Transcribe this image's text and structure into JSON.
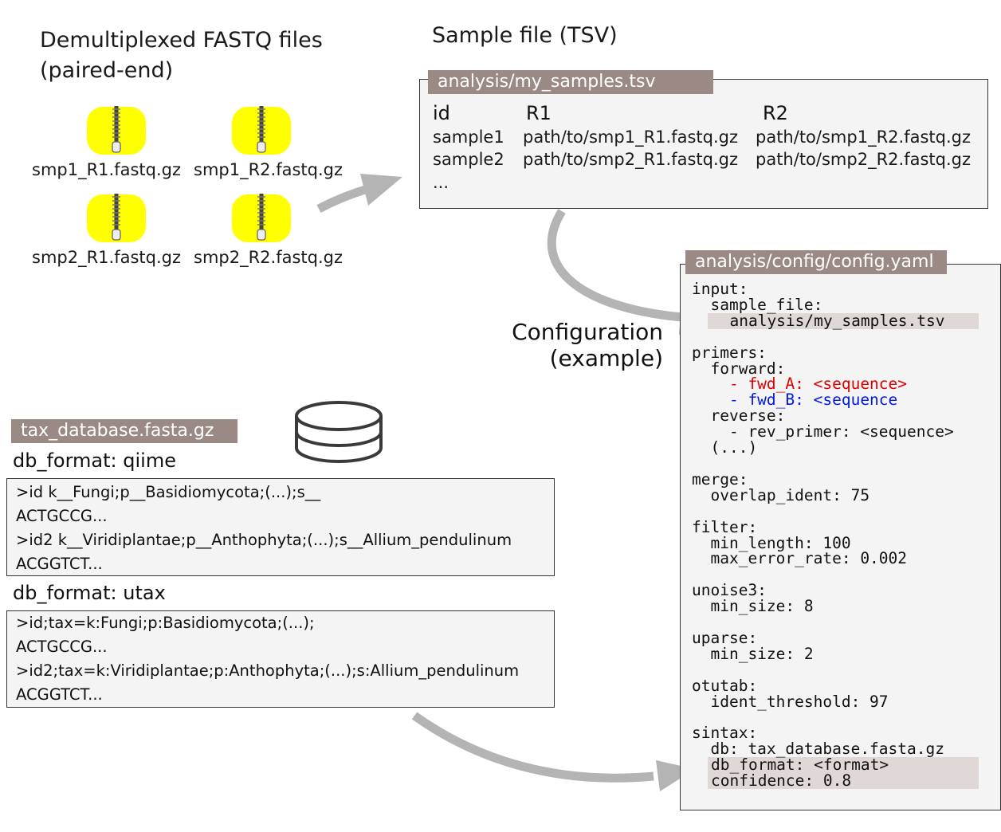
{
  "fastq": {
    "title_line1": "Demultiplexed FASTQ files",
    "title_line2": "(paired-end)",
    "files": [
      "smp1_R1.fastq.gz",
      "smp1_R2.fastq.gz",
      "smp2_R1.fastq.gz",
      "smp2_R2.fastq.gz"
    ],
    "icon": "zip-file-icon",
    "icon_color": "#ffff00"
  },
  "sample_file": {
    "title": "Sample file (TSV)",
    "tab": "analysis/my_samples.tsv",
    "headers": [
      "id",
      "R1",
      "R2"
    ],
    "rows": [
      [
        "sample1",
        "path/to/smp1_R1.fastq.gz",
        "path/to/smp1_R2.fastq.gz"
      ],
      [
        "sample2",
        "path/to/smp2_R1.fastq.gz",
        "path/to/smp2_R2.fastq.gz"
      ]
    ],
    "ellipsis": "..."
  },
  "config_label": {
    "line1": "Configuration",
    "line2": "(example)"
  },
  "config": {
    "tab": "analysis/config/config.yaml",
    "lines": [
      {
        "text": "input:"
      },
      {
        "text": "  sample_file:"
      },
      {
        "text": "    analysis/my_samples.tsv",
        "highlight": true
      },
      {
        "text": ""
      },
      {
        "text": "primers:"
      },
      {
        "text": "  forward:"
      },
      {
        "text": "    - fwd_A: <sequence>",
        "color": "#e00000"
      },
      {
        "text": "    - fwd_B: <sequence",
        "color": "#0018e0"
      },
      {
        "text": "  reverse:"
      },
      {
        "text": "    - rev_primer: <sequence>"
      },
      {
        "text": "  (...)"
      },
      {
        "text": ""
      },
      {
        "text": "merge:"
      },
      {
        "text": "  overlap_ident: 75"
      },
      {
        "text": ""
      },
      {
        "text": "filter:"
      },
      {
        "text": "  min_length: 100"
      },
      {
        "text": "  max_error_rate: 0.002"
      },
      {
        "text": ""
      },
      {
        "text": "unoise3:"
      },
      {
        "text": "  min_size: 8"
      },
      {
        "text": ""
      },
      {
        "text": "uparse:"
      },
      {
        "text": "  min_size: 2"
      },
      {
        "text": ""
      },
      {
        "text": "otutab:"
      },
      {
        "text": "  ident_threshold: 97"
      },
      {
        "text": ""
      },
      {
        "text": "sintax:"
      },
      {
        "text": "  db: tax_database.fasta.gz"
      },
      {
        "text": "  db_format: <format>",
        "highlight": true
      },
      {
        "text": "  confidence: 0.8",
        "highlight": true
      }
    ]
  },
  "database": {
    "tab": "tax_database.fasta.gz",
    "icon": "database-icon",
    "qiime": {
      "label": "db_format: qiime",
      "lines": [
        ">id k__Fungi;p__Basidiomycota;(...);s__",
        "ACTGCCG...",
        ">id2 k__Viridiplantae;p__Anthophyta;(...);s__Allium_pendulinum",
        "ACGGTCT..."
      ]
    },
    "utax": {
      "label": "db_format: utax",
      "lines": [
        ">id;tax=k:Fungi;p:Basidiomycota;(...);",
        "ACTGCCG...",
        ">id2;tax=k:Viridiplantae;p:Anthophyta;(...);s:Allium_pendulinum",
        "ACGGTCT..."
      ]
    }
  },
  "colors": {
    "tab": "#9b8985",
    "highlight": "#e0d8d6",
    "arrow": "#b4b4b4",
    "zip_yellow": "#ffff00"
  }
}
